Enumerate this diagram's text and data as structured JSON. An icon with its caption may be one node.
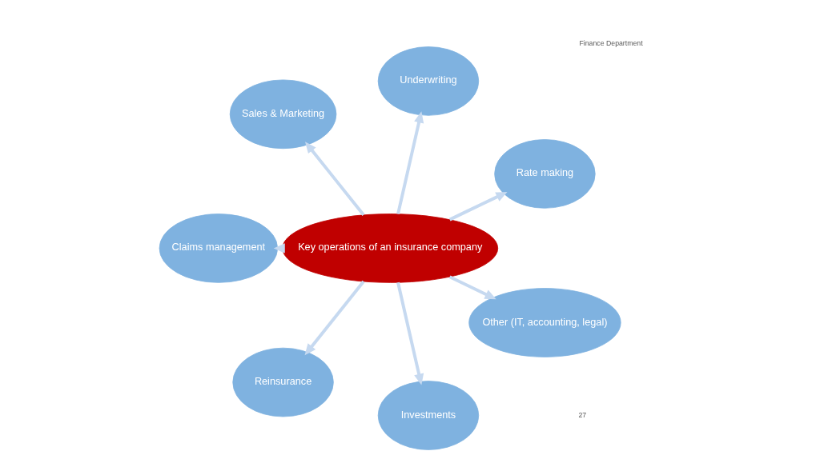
{
  "diagram": {
    "nodes": [
      {
        "text": [
          "Key operations of an insurance company"
        ]
      },
      {
        "text": [
          "Rate making"
        ]
      },
      {
        "text": [
          "Underwriting"
        ]
      },
      {
        "text": [
          "Sales & Marketing"
        ]
      },
      {
        "text": [
          "Claims management"
        ]
      },
      {
        "text": [
          "Reinsurance"
        ]
      },
      {
        "text": [
          "Investments"
        ]
      },
      {
        "text": [
          "Other (IT, accounting, legal)"
        ]
      }
    ],
    "edges": [
      {
        "from": 0,
        "to": 1,
        "arrow": "to"
      },
      {
        "from": 0,
        "to": 2,
        "arrow": "to"
      },
      {
        "from": 0,
        "to": 3,
        "arrow": "to"
      },
      {
        "from": 0,
        "to": 4,
        "arrow": "to"
      },
      {
        "from": 0,
        "to": 5,
        "arrow": "to"
      },
      {
        "from": 0,
        "to": 6,
        "arrow": "to"
      },
      {
        "from": 0,
        "to": 7,
        "arrow": "to"
      }
    ],
    "labels": [
      "Finance Department",
      "27"
    ]
  }
}
